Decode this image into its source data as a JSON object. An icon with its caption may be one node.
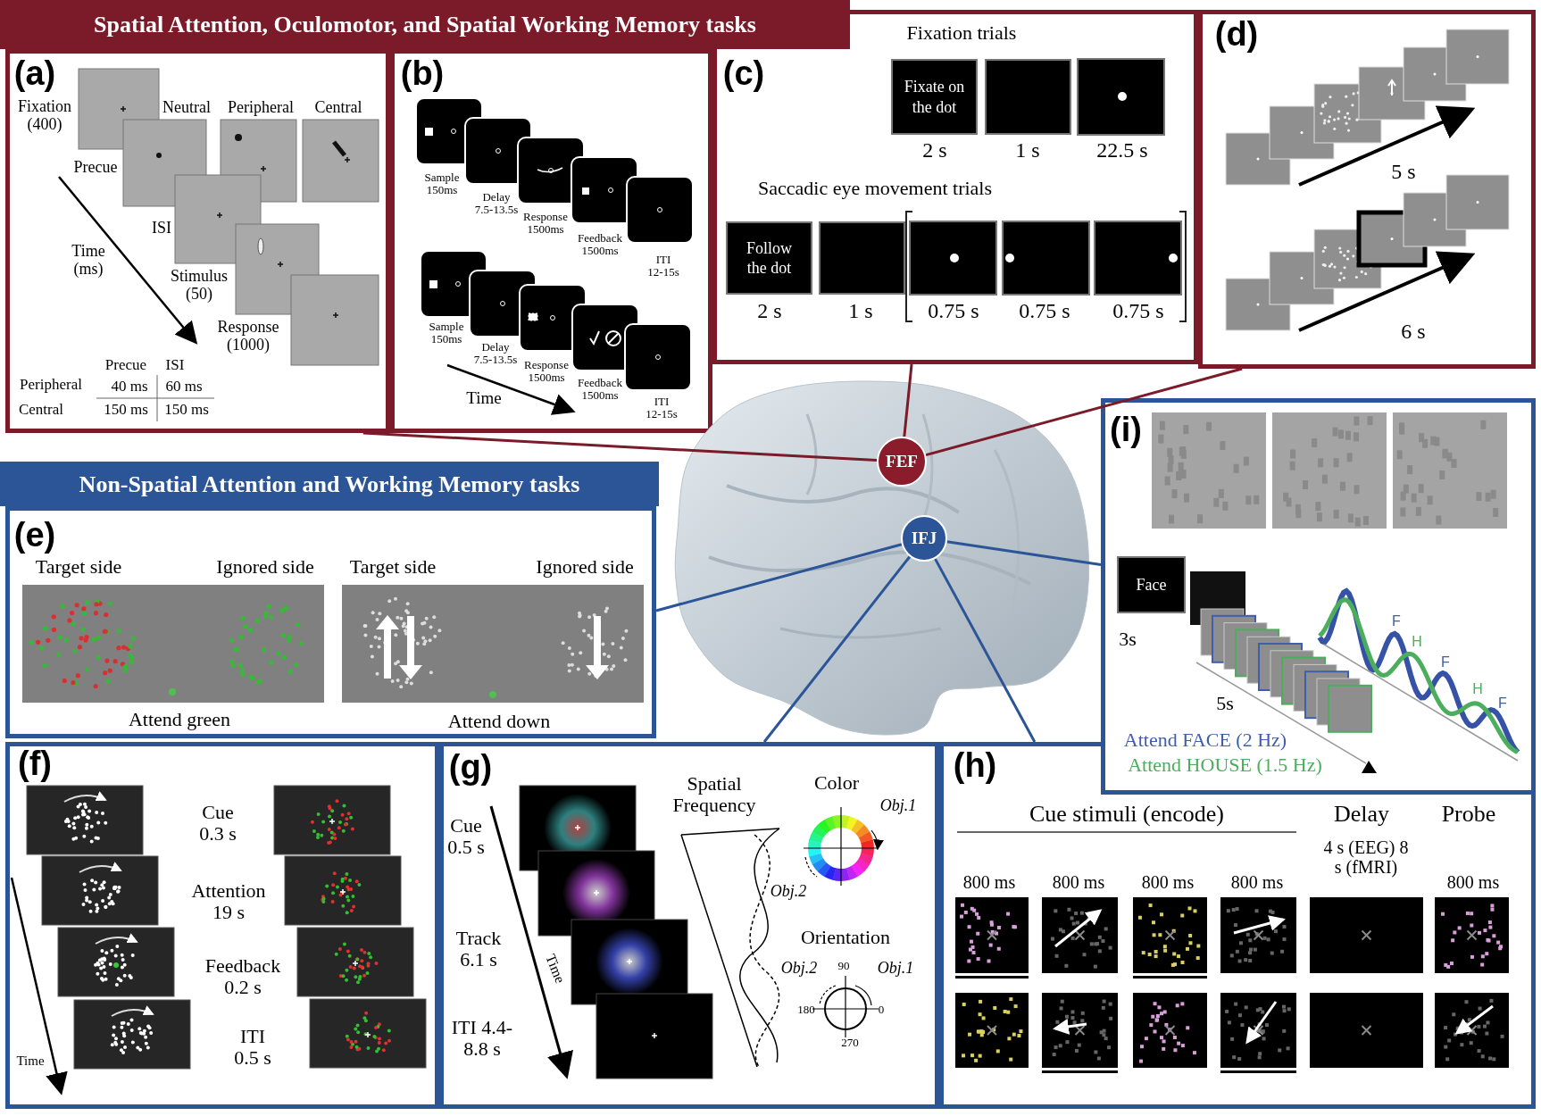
{
  "diagram": {
    "nodes": [
      {
        "text": [
          "Spatial Attention, Oculomotor, and Spatial Working Memory tasks"
        ]
      },
      {
        "text": [
          "(a)",
          "Fixation (400)",
          "Neutral",
          "Peripheral",
          "Central",
          "Precue",
          "ISI",
          "Time (ms)",
          "Stimulus (50)",
          "Response (1000)",
          "Precue",
          "ISI",
          "Peripheral",
          "40 ms",
          "60 ms",
          "Central",
          "150 ms",
          "150 ms"
        ]
      },
      {
        "text": [
          "(b)",
          "Sample 150ms",
          "Delay 7.5-13.5s",
          "Response 1500ms",
          "Feedback 1500ms",
          "ITI 12-15s",
          "Sample 150ms",
          "Delay 7.5-13.5s",
          "Response 1500ms",
          "Feedback 1500ms",
          "ITI 12-15s",
          "Time"
        ]
      },
      {
        "text": [
          "(c)",
          "Fixation trials",
          "2 s",
          "1 s",
          "22.5 s",
          "Saccadic eye movement trials",
          "2 s",
          "1 s",
          "0.75 s",
          "0.75 s",
          "0.75 s"
        ]
      },
      {
        "text": [
          "Fixate on the dot"
        ],
        "in": 3
      },
      {
        "text": [
          "Follow the dot"
        ],
        "in": 3
      },
      {
        "text": [
          "(d)",
          "5 s",
          "6 s"
        ]
      },
      {
        "text": [],
        "shape": "picture"
      },
      {
        "text": [
          "FEF"
        ],
        "in": 7
      },
      {
        "text": [
          "IFJ"
        ],
        "in": 7
      },
      {
        "text": [
          "Non-Spatial Attention and Working Memory tasks"
        ]
      },
      {
        "text": [
          "(e)",
          "Target side",
          "Ignored side",
          "Target side",
          "Ignored side",
          "Attend green",
          "Attend down"
        ]
      },
      {
        "text": [
          "(i)",
          "3s",
          "5s",
          "F",
          "H",
          "F",
          "H",
          "F",
          "Attend FACE (2 Hz)",
          "Attend HOUSE (1.5 Hz)"
        ]
      },
      {
        "text": [
          "Face"
        ],
        "in": 12
      },
      {
        "text": [
          "(f)",
          "Cue 0.3 s",
          "Attention 19 s",
          "Feedback 0.2 s",
          "ITI 0.5 s",
          "Time"
        ]
      },
      {
        "text": [
          "(g)",
          "Cue 0.5 s",
          "Track 6.1 s",
          "ITI 4.4-8.8 s",
          "Time",
          "Spatial Frequency",
          "Color",
          "Obj.1",
          "Obj.2",
          "Orientation",
          "Obj.2",
          "90",
          "Obj.1",
          "180",
          "0",
          "270"
        ]
      },
      {
        "text": [
          "(h)",
          "Cue stimuli (encode)",
          "Delay",
          "Probe",
          "4 s (EEG) 8 s (fMRI)",
          "800 ms",
          "800 ms",
          "800 ms",
          "800 ms",
          "800 ms"
        ]
      },
      {
        "text": [],
        "shape": "box",
        "in": 3
      },
      {
        "text": [],
        "shape": "box",
        "in": 3
      }
    ],
    "edges": [
      {
        "from": 8,
        "to": 1,
        "arrow": "none",
        "color": "#7b1a28"
      },
      {
        "from": 8,
        "to": 3,
        "arrow": "none",
        "color": "#7b1a28"
      },
      {
        "from": 8,
        "to": 6,
        "arrow": "none",
        "color": "#7b1a28"
      },
      {
        "from": 9,
        "to": 11,
        "arrow": "none"
      },
      {
        "from": 9,
        "to": 12,
        "arrow": "none"
      },
      {
        "from": 9,
        "to": 15,
        "arrow": "none"
      },
      {
        "from": 9,
        "to": 16,
        "arrow": "none"
      }
    ]
  }
}
